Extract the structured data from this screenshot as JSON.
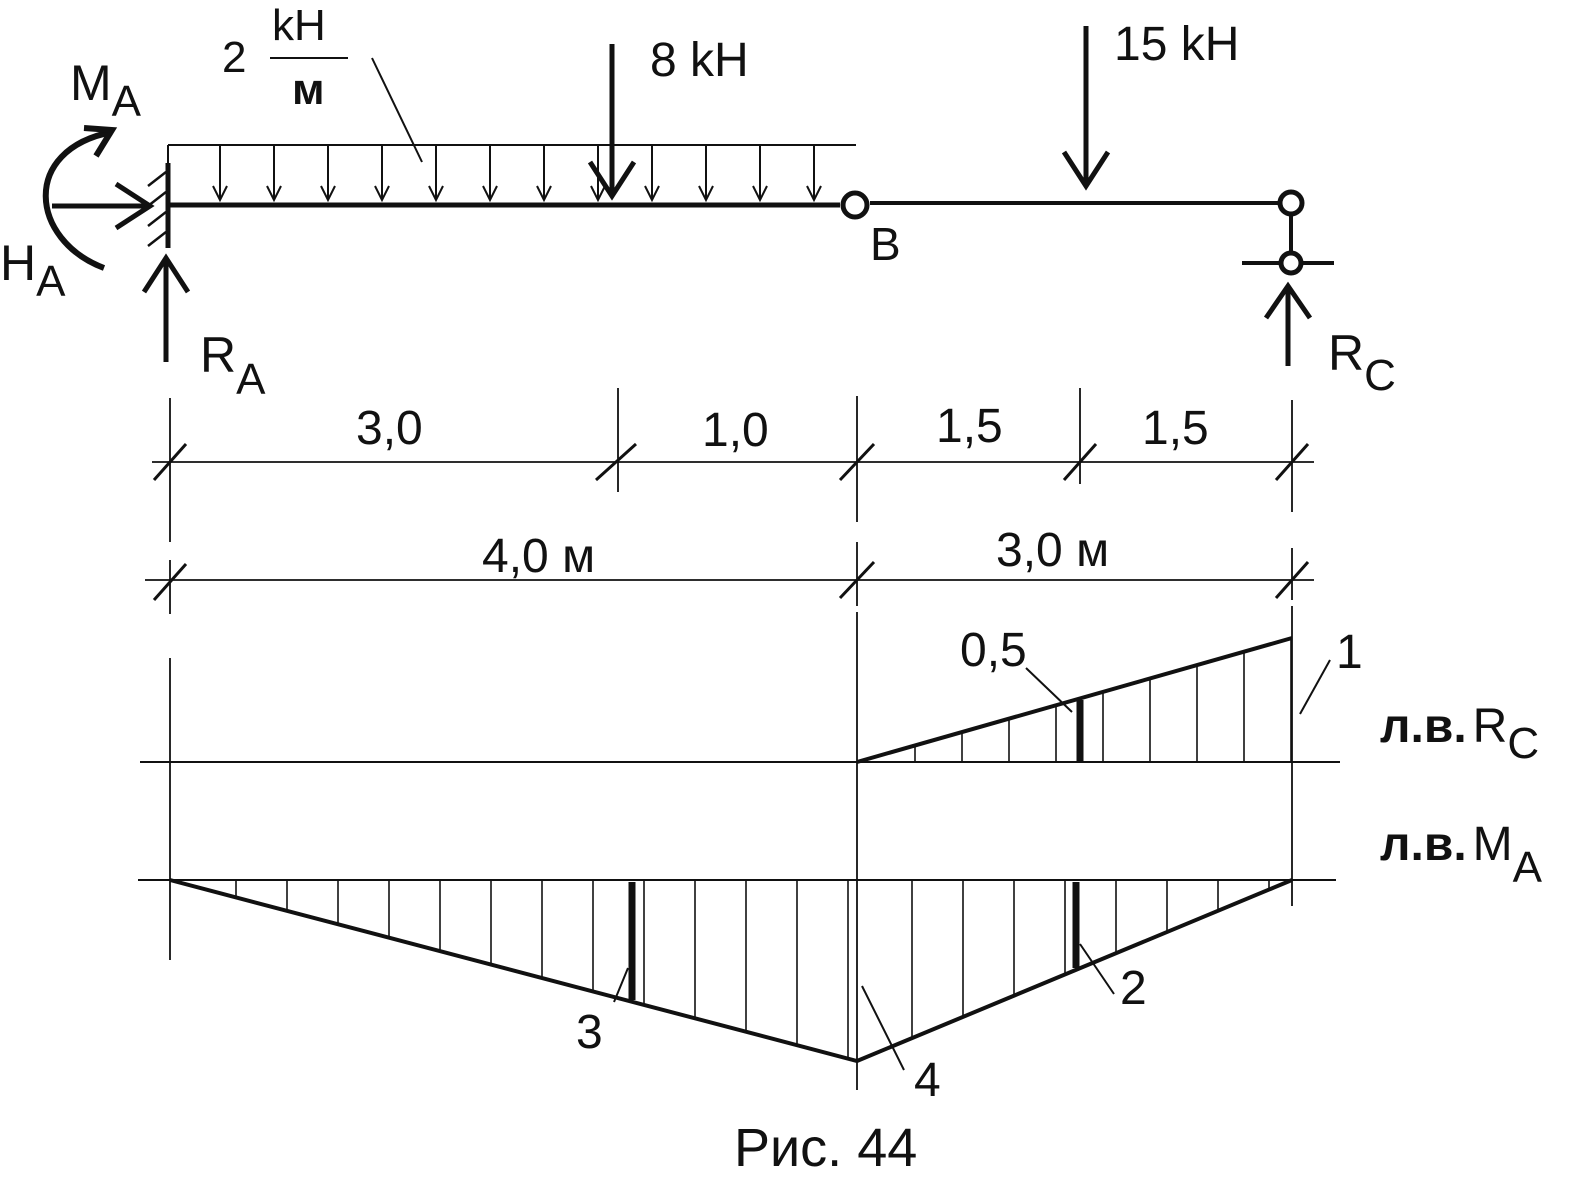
{
  "loads": {
    "q_value": "2",
    "q_unit_num": "kH",
    "q_unit_den": "м",
    "p1": "8 kH",
    "p2": "15 kH"
  },
  "labels": {
    "ma_main": "M",
    "ma_sub": "A",
    "ha_main": "H",
    "ha_sub": "A",
    "ra_main": "R",
    "ra_sub": "A",
    "rc_main": "R",
    "rc_sub": "C",
    "hinge_b": "B"
  },
  "dimensions": {
    "d1": "3,0",
    "d2": "1,0",
    "d3": "1,5",
    "d4": "1,5",
    "span1": "4,0 м",
    "span2": "3,0 м"
  },
  "influence": {
    "rc_prefix": "л.в.",
    "rc_main": "R",
    "rc_sub": "C",
    "rc_ordinate_mid": "0,5",
    "rc_ordinate_end": "1",
    "ma_prefix": "л.в.",
    "ma_main": "M",
    "ma_sub": "A",
    "ma_ordinate_b": "4",
    "ma_ordinate_p1": "3",
    "ma_ordinate_p2": "2"
  },
  "caption": "Рис. 44"
}
